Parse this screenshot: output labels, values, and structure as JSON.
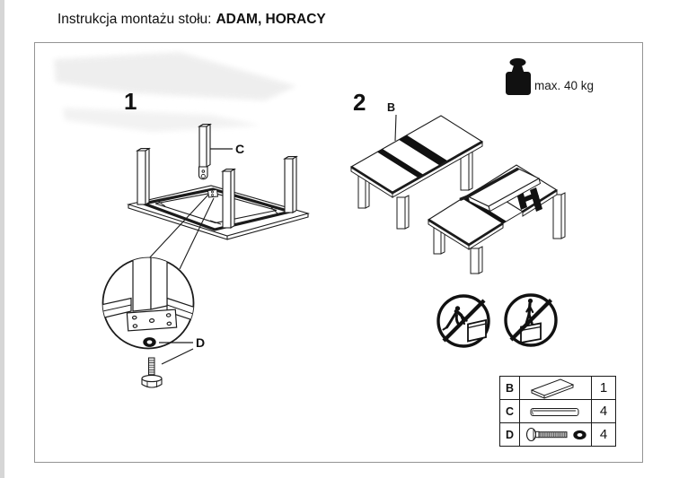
{
  "title": {
    "prefix": "Instrukcja montażu stołu:",
    "models": "ADAM, HORACY"
  },
  "diagram": {
    "step1": {
      "number": "1",
      "leg_label": "C",
      "fitting_label": "D"
    },
    "step2": {
      "number": "2",
      "top_label": "B"
    },
    "weight_limit": "max. 40 kg"
  },
  "icons": {
    "weight": "weight-kettlebell-icon",
    "no_climbing": "no-climbing-on-table-icon",
    "no_standing": "no-standing-on-table-icon"
  },
  "parts_table": {
    "rows": [
      {
        "letter": "B",
        "part": "tabletop-panel",
        "qty": "1"
      },
      {
        "letter": "C",
        "part": "table-leg",
        "qty": "4"
      },
      {
        "letter": "D",
        "part": "bolt-and-washer",
        "qty": "4"
      }
    ]
  }
}
